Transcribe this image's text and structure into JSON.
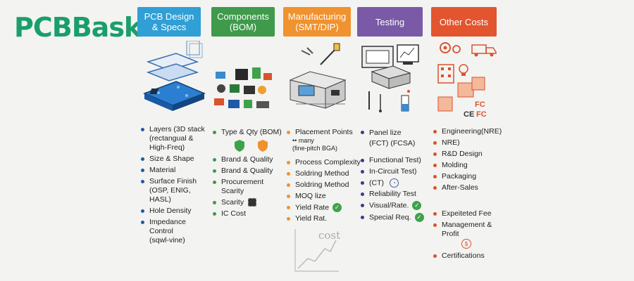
{
  "logo": {
    "part1": "PCB",
    "part2": "ask"
  },
  "columns": [
    {
      "id": "pcb",
      "header": "PCB Design\n& Specs",
      "color": "#2f9fd6",
      "bullet_color": "#1f5aa6",
      "items": [
        "Layers (3D stack\n(rectangual &\nHigh-Freq)",
        "Size & Shape",
        "Material",
        "Surface Finish\n(OSP, ENIG, HASL)",
        "Hole Density",
        "Impedance Control\n(sqwl-vine)"
      ]
    },
    {
      "id": "bom",
      "header": "Components\n(BOM)",
      "color": "#3f9a4b",
      "bullet_color": "#3f9a4b",
      "items": [
        "Type & Qty (BOM)",
        "Brand & Quality",
        "Brand & Quality",
        "Procurement\nScarity",
        "Scarity",
        "IC Cost"
      ]
    },
    {
      "id": "mfg",
      "header": "Manufacturing\n(SMT/DIP)",
      "color": "#f0922e",
      "bullet_color": "#f0922e",
      "items": [
        "Placement Points",
        "Process Complexity",
        "Soldring Method",
        "Soldring Method",
        "MOQ lize",
        "Yield Rate",
        "Yield Rat."
      ],
      "sub_note": "•• many\n(fine-pitch BGA)"
    },
    {
      "id": "test",
      "header": "Testing",
      "color": "#7a5aa6",
      "bullet_color": "#3d3a8a",
      "items": [
        "Panel lize\n(FCT) (FCSA)",
        "Functional Test)",
        "In-Circuit Test)",
        "(CT)",
        "Reliability Test",
        "Visual/Rate.",
        "Special Req."
      ]
    },
    {
      "id": "other",
      "header": "Other Costs",
      "color": "#e2552f",
      "bullet_color": "#d9532c",
      "items": [
        "Engineering(NRE)",
        "NRE)",
        "R&D Design",
        "Molding",
        "Packaging",
        "After-Sales",
        "Expeiteted Fee",
        "Management & Profit",
        "Certifications"
      ],
      "marks": [
        "CE",
        "FC",
        "FC"
      ]
    }
  ],
  "cost_chart": {
    "label": "cost"
  }
}
